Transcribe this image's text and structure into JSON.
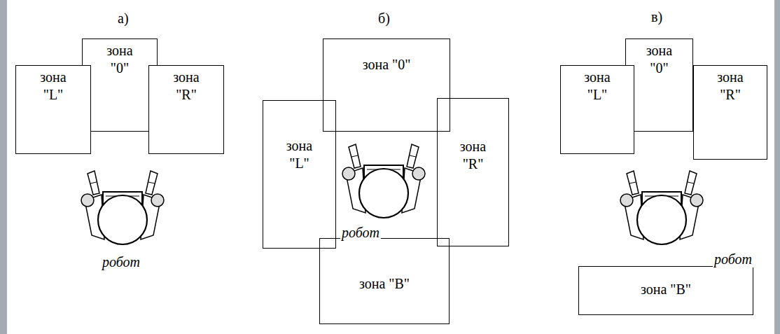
{
  "diagram": {
    "nodes": [
      {
        "text": [
          "зона \"L\""
        ]
      },
      {
        "text": [
          "зона \"0\""
        ]
      },
      {
        "text": [
          "зона \"R\""
        ]
      },
      {
        "text": [
          "зона \"0\""
        ]
      },
      {
        "text": [
          "зона \"L\""
        ]
      },
      {
        "text": [
          "зона \"R\""
        ]
      },
      {
        "text": [
          "зона \"B\""
        ]
      },
      {
        "text": [
          "зона \"L\""
        ]
      },
      {
        "text": [
          "зона \"0\""
        ]
      },
      {
        "text": [
          "зона \"R\""
        ]
      },
      {
        "text": [
          "зона \"B\""
        ]
      }
    ],
    "labels": [
      "а)",
      "б)",
      "в)",
      "робот",
      "робот",
      "робот"
    ]
  }
}
